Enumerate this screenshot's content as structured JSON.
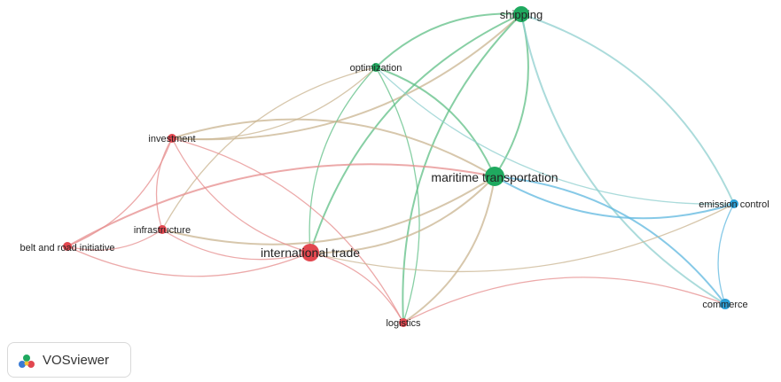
{
  "colors": {
    "red_cluster": "#e2474f",
    "green_cluster": "#1fa95f",
    "blue_cluster": "#2a9fd6",
    "red_link": "#e58c8c",
    "green_link": "#5fbf86",
    "blue_link": "#5db7df",
    "mixed_link": "#c9b490",
    "teal_link": "#8fcfcf"
  },
  "network": {
    "nodes": [
      {
        "id": "shipping",
        "label": "shipping",
        "cluster": "green",
        "weight": 3
      },
      {
        "id": "optimization",
        "label": "optimization",
        "cluster": "green",
        "weight": 2
      },
      {
        "id": "maritime",
        "label": "maritime transportation",
        "cluster": "green",
        "weight": 5
      },
      {
        "id": "investment",
        "label": "investment",
        "cluster": "red",
        "weight": 2
      },
      {
        "id": "infrastructure",
        "label": "infrastructure",
        "cluster": "red",
        "weight": 2
      },
      {
        "id": "bri",
        "label": "belt and road initiative",
        "cluster": "red",
        "weight": 2
      },
      {
        "id": "trade",
        "label": "international trade",
        "cluster": "red",
        "weight": 5
      },
      {
        "id": "logistics",
        "label": "logistics",
        "cluster": "red",
        "weight": 2
      },
      {
        "id": "emission",
        "label": "emission control",
        "cluster": "blue",
        "weight": 2
      },
      {
        "id": "commerce",
        "label": "commerce",
        "cluster": "blue",
        "weight": 2
      }
    ],
    "links": [
      [
        "shipping",
        "optimization",
        "green"
      ],
      [
        "shipping",
        "maritime",
        "green"
      ],
      [
        "shipping",
        "trade",
        "green"
      ],
      [
        "shipping",
        "investment",
        "mixed"
      ],
      [
        "shipping",
        "logistics",
        "green"
      ],
      [
        "shipping",
        "emission",
        "teal"
      ],
      [
        "shipping",
        "commerce",
        "teal"
      ],
      [
        "optimization",
        "maritime",
        "green"
      ],
      [
        "optimization",
        "trade",
        "green"
      ],
      [
        "optimization",
        "investment",
        "mixed"
      ],
      [
        "optimization",
        "infrastructure",
        "mixed"
      ],
      [
        "optimization",
        "logistics",
        "green"
      ],
      [
        "optimization",
        "emission",
        "teal"
      ],
      [
        "maritime",
        "trade",
        "mixed"
      ],
      [
        "maritime",
        "investment",
        "mixed"
      ],
      [
        "maritime",
        "infrastructure",
        "mixed"
      ],
      [
        "maritime",
        "bri",
        "red"
      ],
      [
        "maritime",
        "logistics",
        "mixed"
      ],
      [
        "maritime",
        "emission",
        "blue"
      ],
      [
        "maritime",
        "commerce",
        "blue"
      ],
      [
        "investment",
        "infrastructure",
        "red"
      ],
      [
        "investment",
        "bri",
        "red"
      ],
      [
        "investment",
        "trade",
        "red"
      ],
      [
        "investment",
        "logistics",
        "red"
      ],
      [
        "infrastructure",
        "trade",
        "red"
      ],
      [
        "infrastructure",
        "bri",
        "red"
      ],
      [
        "bri",
        "trade",
        "red"
      ],
      [
        "trade",
        "logistics",
        "red"
      ],
      [
        "trade",
        "emission",
        "mixed"
      ],
      [
        "logistics",
        "commerce",
        "red"
      ],
      [
        "emission",
        "commerce",
        "blue"
      ]
    ]
  },
  "branding": {
    "logo_icon": "vosviewer-logo",
    "name": "VOSviewer"
  }
}
